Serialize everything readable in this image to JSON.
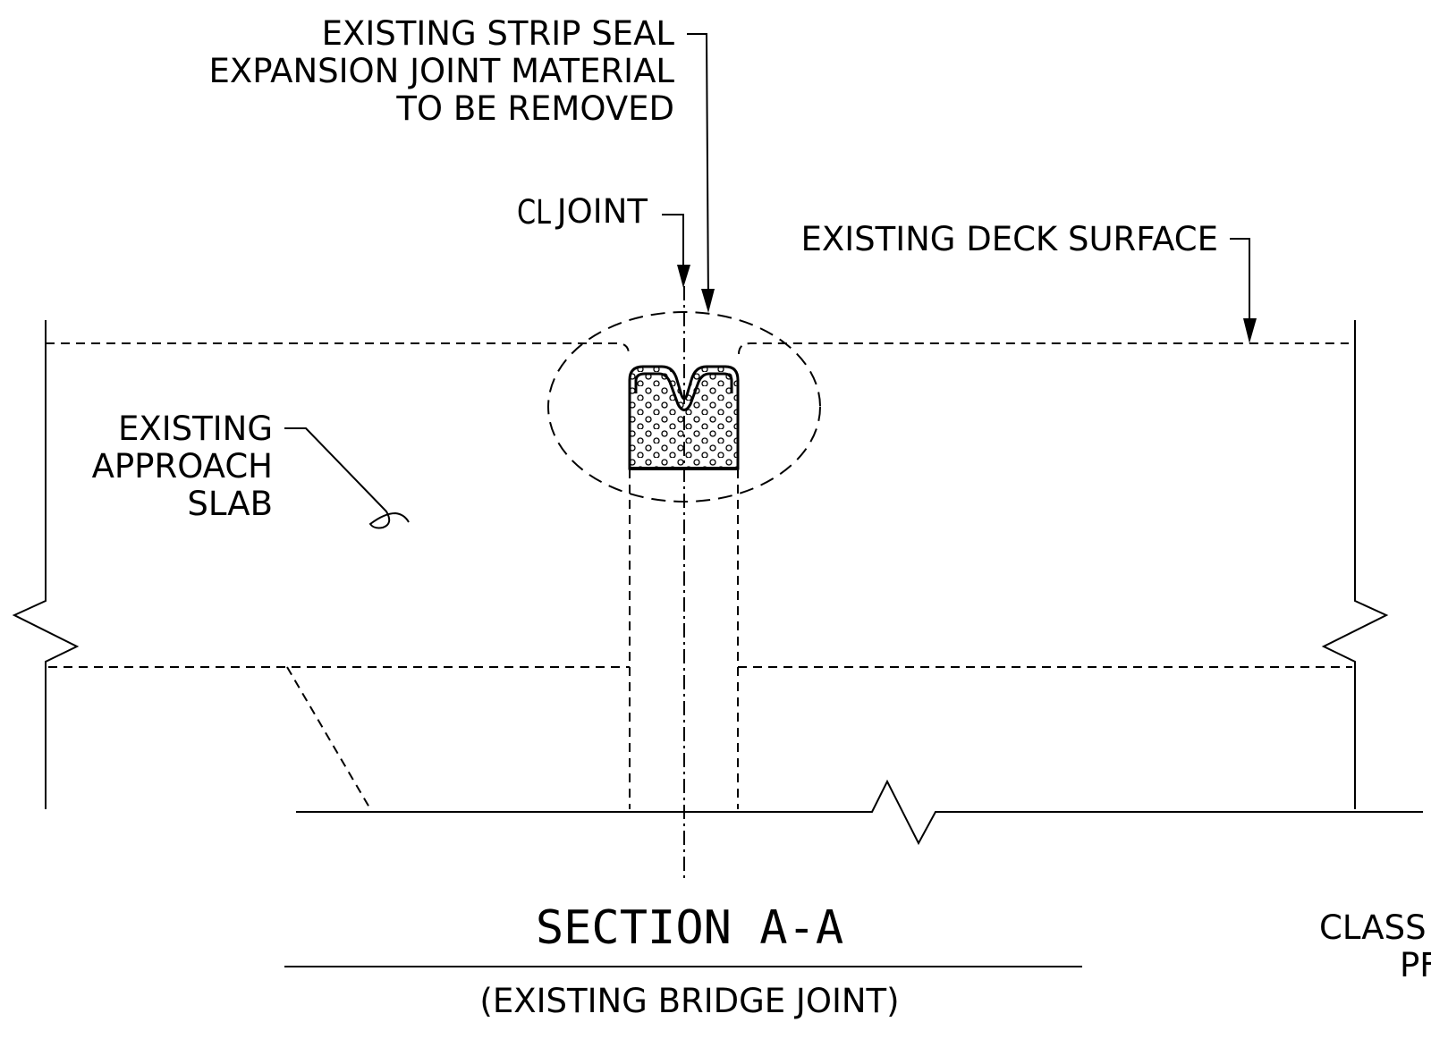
{
  "labels": {
    "strip_seal": [
      "EXISTING STRIP SEAL",
      "EXPANSION JOINT MATERIAL",
      "TO BE REMOVED"
    ],
    "cl_symbol": "CL",
    "cl_joint": "JOINT",
    "deck_surface": "EXISTING DECK SURFACE",
    "approach_slab": [
      "EXISTING",
      "APPROACH",
      "SLAB"
    ],
    "section_title": "SECTION A-A",
    "section_subtitle": "(EXISTING BRIDGE  JOINT)",
    "cut_off_text": [
      "CLASS",
      "PF"
    ]
  }
}
